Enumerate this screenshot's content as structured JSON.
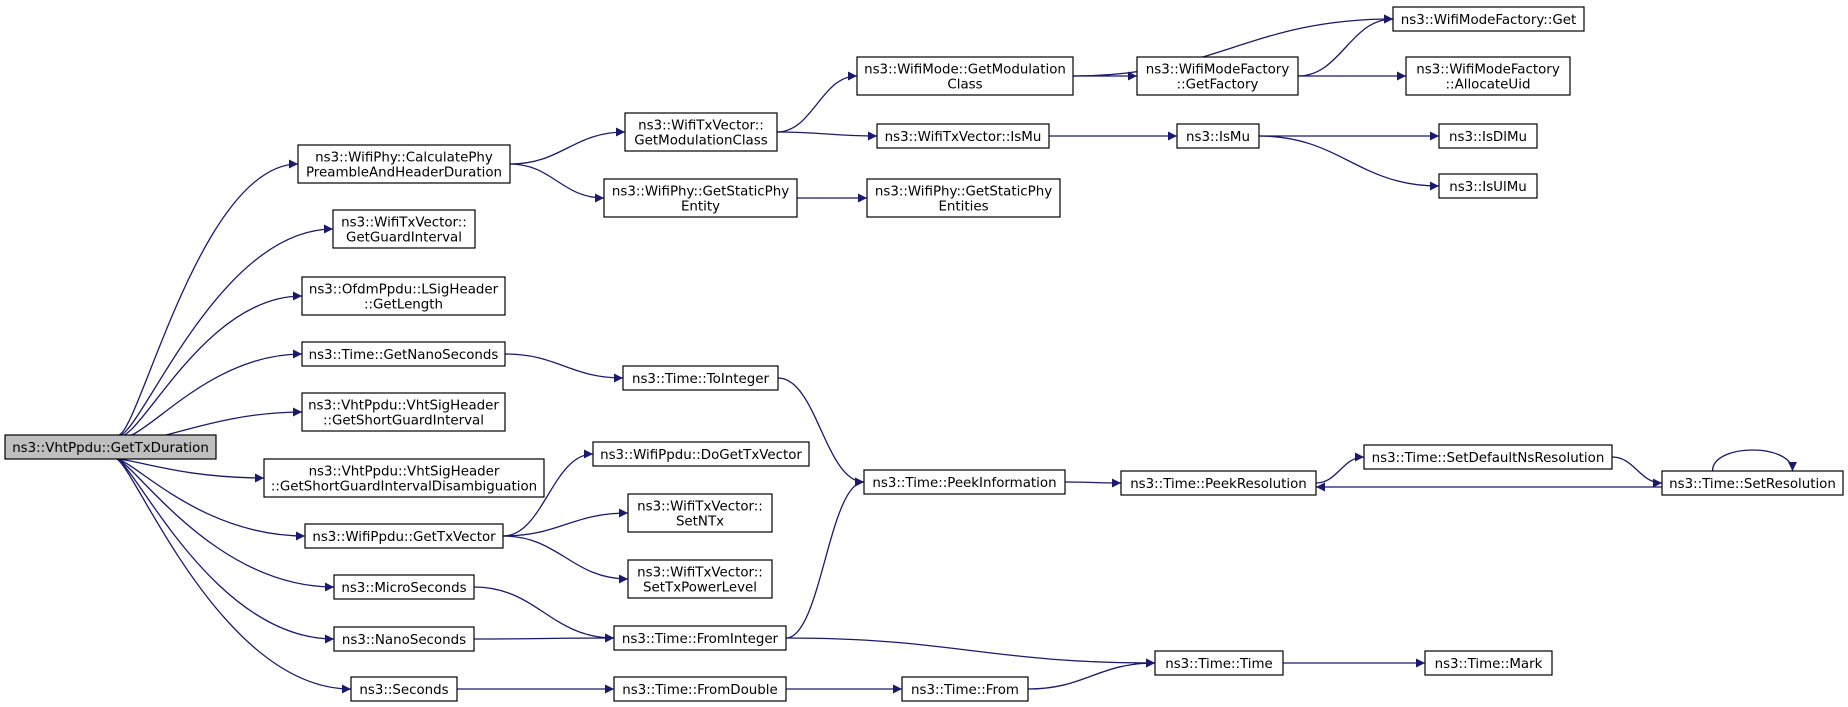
{
  "diagram": {
    "type": "call-graph",
    "nodes": [
      {
        "id": "root",
        "lines": [
          "ns3::VhtPpdu::GetTxDuration"
        ]
      },
      {
        "id": "calcPhy",
        "lines": [
          "ns3::WifiPhy::CalculatePhy",
          "PreambleAndHeaderDuration"
        ]
      },
      {
        "id": "guardInt",
        "lines": [
          "ns3::WifiTxVector::",
          "GetGuardInterval"
        ]
      },
      {
        "id": "lsigLen",
        "lines": [
          "ns3::OfdmPpdu::LSigHeader",
          "::GetLength"
        ]
      },
      {
        "id": "getNano",
        "lines": [
          "ns3::Time::GetNanoSeconds"
        ]
      },
      {
        "id": "shortGI",
        "lines": [
          "ns3::VhtPpdu::VhtSigHeader",
          "::GetShortGuardInterval"
        ]
      },
      {
        "id": "shortGIDis",
        "lines": [
          "ns3::VhtPpdu::VhtSigHeader",
          "::GetShortGuardIntervalDisambiguation"
        ]
      },
      {
        "id": "wifiGetTx",
        "lines": [
          "ns3::WifiPpdu::GetTxVector"
        ]
      },
      {
        "id": "micro",
        "lines": [
          "ns3::MicroSeconds"
        ]
      },
      {
        "id": "nano",
        "lines": [
          "ns3::NanoSeconds"
        ]
      },
      {
        "id": "seconds",
        "lines": [
          "ns3::Seconds"
        ]
      },
      {
        "id": "txGetMod",
        "lines": [
          "ns3::WifiTxVector::",
          "GetModulationClass"
        ]
      },
      {
        "id": "staticPhy",
        "lines": [
          "ns3::WifiPhy::GetStaticPhy",
          "Entity"
        ]
      },
      {
        "id": "toInteger",
        "lines": [
          "ns3::Time::ToInteger"
        ]
      },
      {
        "id": "doGetTx",
        "lines": [
          "ns3::WifiPpdu::DoGetTxVector"
        ]
      },
      {
        "id": "setNTx",
        "lines": [
          "ns3::WifiTxVector::",
          "SetNTx"
        ]
      },
      {
        "id": "setTxPow",
        "lines": [
          "ns3::WifiTxVector::",
          "SetTxPowerLevel"
        ]
      },
      {
        "id": "fromInt",
        "lines": [
          "ns3::Time::FromInteger"
        ]
      },
      {
        "id": "fromDouble",
        "lines": [
          "ns3::Time::FromDouble"
        ]
      },
      {
        "id": "modeGetMod",
        "lines": [
          "ns3::WifiMode::GetModulation",
          "Class"
        ]
      },
      {
        "id": "txIsMu",
        "lines": [
          "ns3::WifiTxVector::IsMu"
        ]
      },
      {
        "id": "staticEnt",
        "lines": [
          "ns3::WifiPhy::GetStaticPhy",
          "Entities"
        ]
      },
      {
        "id": "peekInfo",
        "lines": [
          "ns3::Time::PeekInformation"
        ]
      },
      {
        "id": "from",
        "lines": [
          "ns3::Time::From"
        ]
      },
      {
        "id": "factGetFact",
        "lines": [
          "ns3::WifiModeFactory",
          "::GetFactory"
        ]
      },
      {
        "id": "isMu",
        "lines": [
          "ns3::IsMu"
        ]
      },
      {
        "id": "peekRes",
        "lines": [
          "ns3::Time::PeekResolution"
        ]
      },
      {
        "id": "time",
        "lines": [
          "ns3::Time::Time"
        ]
      },
      {
        "id": "factGet",
        "lines": [
          "ns3::WifiModeFactory::Get"
        ]
      },
      {
        "id": "allocUid",
        "lines": [
          "ns3::WifiModeFactory",
          "::AllocateUid"
        ]
      },
      {
        "id": "isDlMu",
        "lines": [
          "ns3::IsDlMu"
        ]
      },
      {
        "id": "isUlMu",
        "lines": [
          "ns3::IsUlMu"
        ]
      },
      {
        "id": "setDefRes",
        "lines": [
          "ns3::Time::SetDefaultNsResolution"
        ]
      },
      {
        "id": "mark",
        "lines": [
          "ns3::Time::Mark"
        ]
      },
      {
        "id": "setRes",
        "lines": [
          "ns3::Time::SetResolution"
        ]
      }
    ],
    "edges": [
      [
        "root",
        "calcPhy"
      ],
      [
        "root",
        "guardInt"
      ],
      [
        "root",
        "lsigLen"
      ],
      [
        "root",
        "getNano"
      ],
      [
        "root",
        "shortGI"
      ],
      [
        "root",
        "shortGIDis"
      ],
      [
        "root",
        "wifiGetTx"
      ],
      [
        "root",
        "micro"
      ],
      [
        "root",
        "nano"
      ],
      [
        "root",
        "seconds"
      ],
      [
        "calcPhy",
        "txGetMod"
      ],
      [
        "calcPhy",
        "staticPhy"
      ],
      [
        "getNano",
        "toInteger"
      ],
      [
        "wifiGetTx",
        "doGetTx"
      ],
      [
        "wifiGetTx",
        "setNTx"
      ],
      [
        "wifiGetTx",
        "setTxPow"
      ],
      [
        "micro",
        "fromInt"
      ],
      [
        "nano",
        "fromInt"
      ],
      [
        "seconds",
        "fromDouble"
      ],
      [
        "txGetMod",
        "modeGetMod"
      ],
      [
        "txGetMod",
        "txIsMu"
      ],
      [
        "staticPhy",
        "staticEnt"
      ],
      [
        "toInteger",
        "peekInfo"
      ],
      [
        "fromInt",
        "peekInfo"
      ],
      [
        "fromInt",
        "time"
      ],
      [
        "fromDouble",
        "from"
      ],
      [
        "from",
        "time"
      ],
      [
        "modeGetMod",
        "factGet"
      ],
      [
        "modeGetMod",
        "factGetFact"
      ],
      [
        "factGetFact",
        "factGet"
      ],
      [
        "factGetFact",
        "allocUid"
      ],
      [
        "txIsMu",
        "isMu"
      ],
      [
        "isMu",
        "isDlMu"
      ],
      [
        "isMu",
        "isUlMu"
      ],
      [
        "peekInfo",
        "peekRes"
      ],
      [
        "peekRes",
        "setDefRes"
      ],
      [
        "setDefRes",
        "setRes"
      ],
      [
        "setRes",
        "peekRes"
      ],
      [
        "setRes",
        "setRes"
      ],
      [
        "time",
        "mark"
      ]
    ]
  },
  "colors": {
    "edge": "#191970",
    "root_fill": "#bfbfbf",
    "node_fill": "#ffffff",
    "node_stroke": "#000000"
  }
}
